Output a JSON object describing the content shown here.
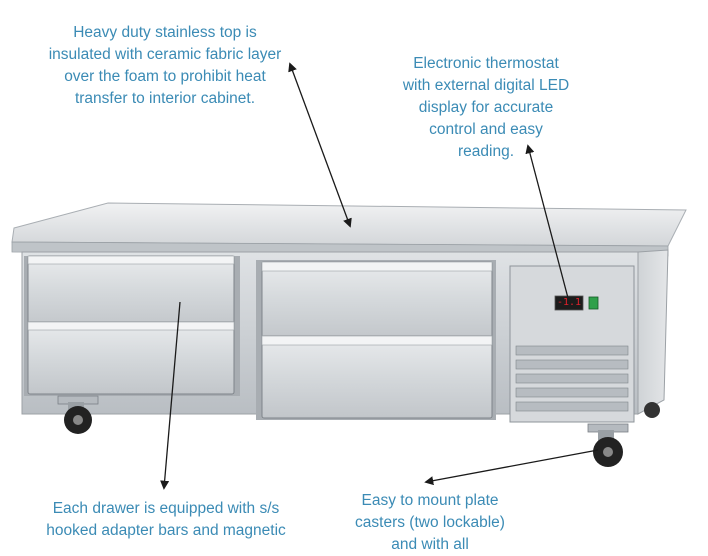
{
  "callouts": {
    "top": {
      "lines": [
        "Heavy duty stainless top is",
        "insulated with ceramic fabric layer",
        "over the foam to prohibit heat",
        "transfer to interior cabinet."
      ]
    },
    "thermostat": {
      "lines": [
        "Electronic thermostat",
        "with external digital LED",
        "display for accurate",
        "control and easy",
        "reading."
      ]
    },
    "drawer": {
      "lines": [
        "Each drawer is equipped with s/s",
        "hooked adapter bars and magnetic"
      ]
    },
    "caster": {
      "lines": [
        "Easy to mount plate",
        "casters (two lockable)",
        "and with all"
      ]
    }
  },
  "colors": {
    "callout_text": "#3b8bb5",
    "steel_light": "#e6e8ea",
    "steel_mid": "#c9cdd1",
    "steel_dark": "#8e949a",
    "led_display": "#e0202a",
    "power_switch": "#2fa04a"
  },
  "thermostat_display": "-1.1"
}
